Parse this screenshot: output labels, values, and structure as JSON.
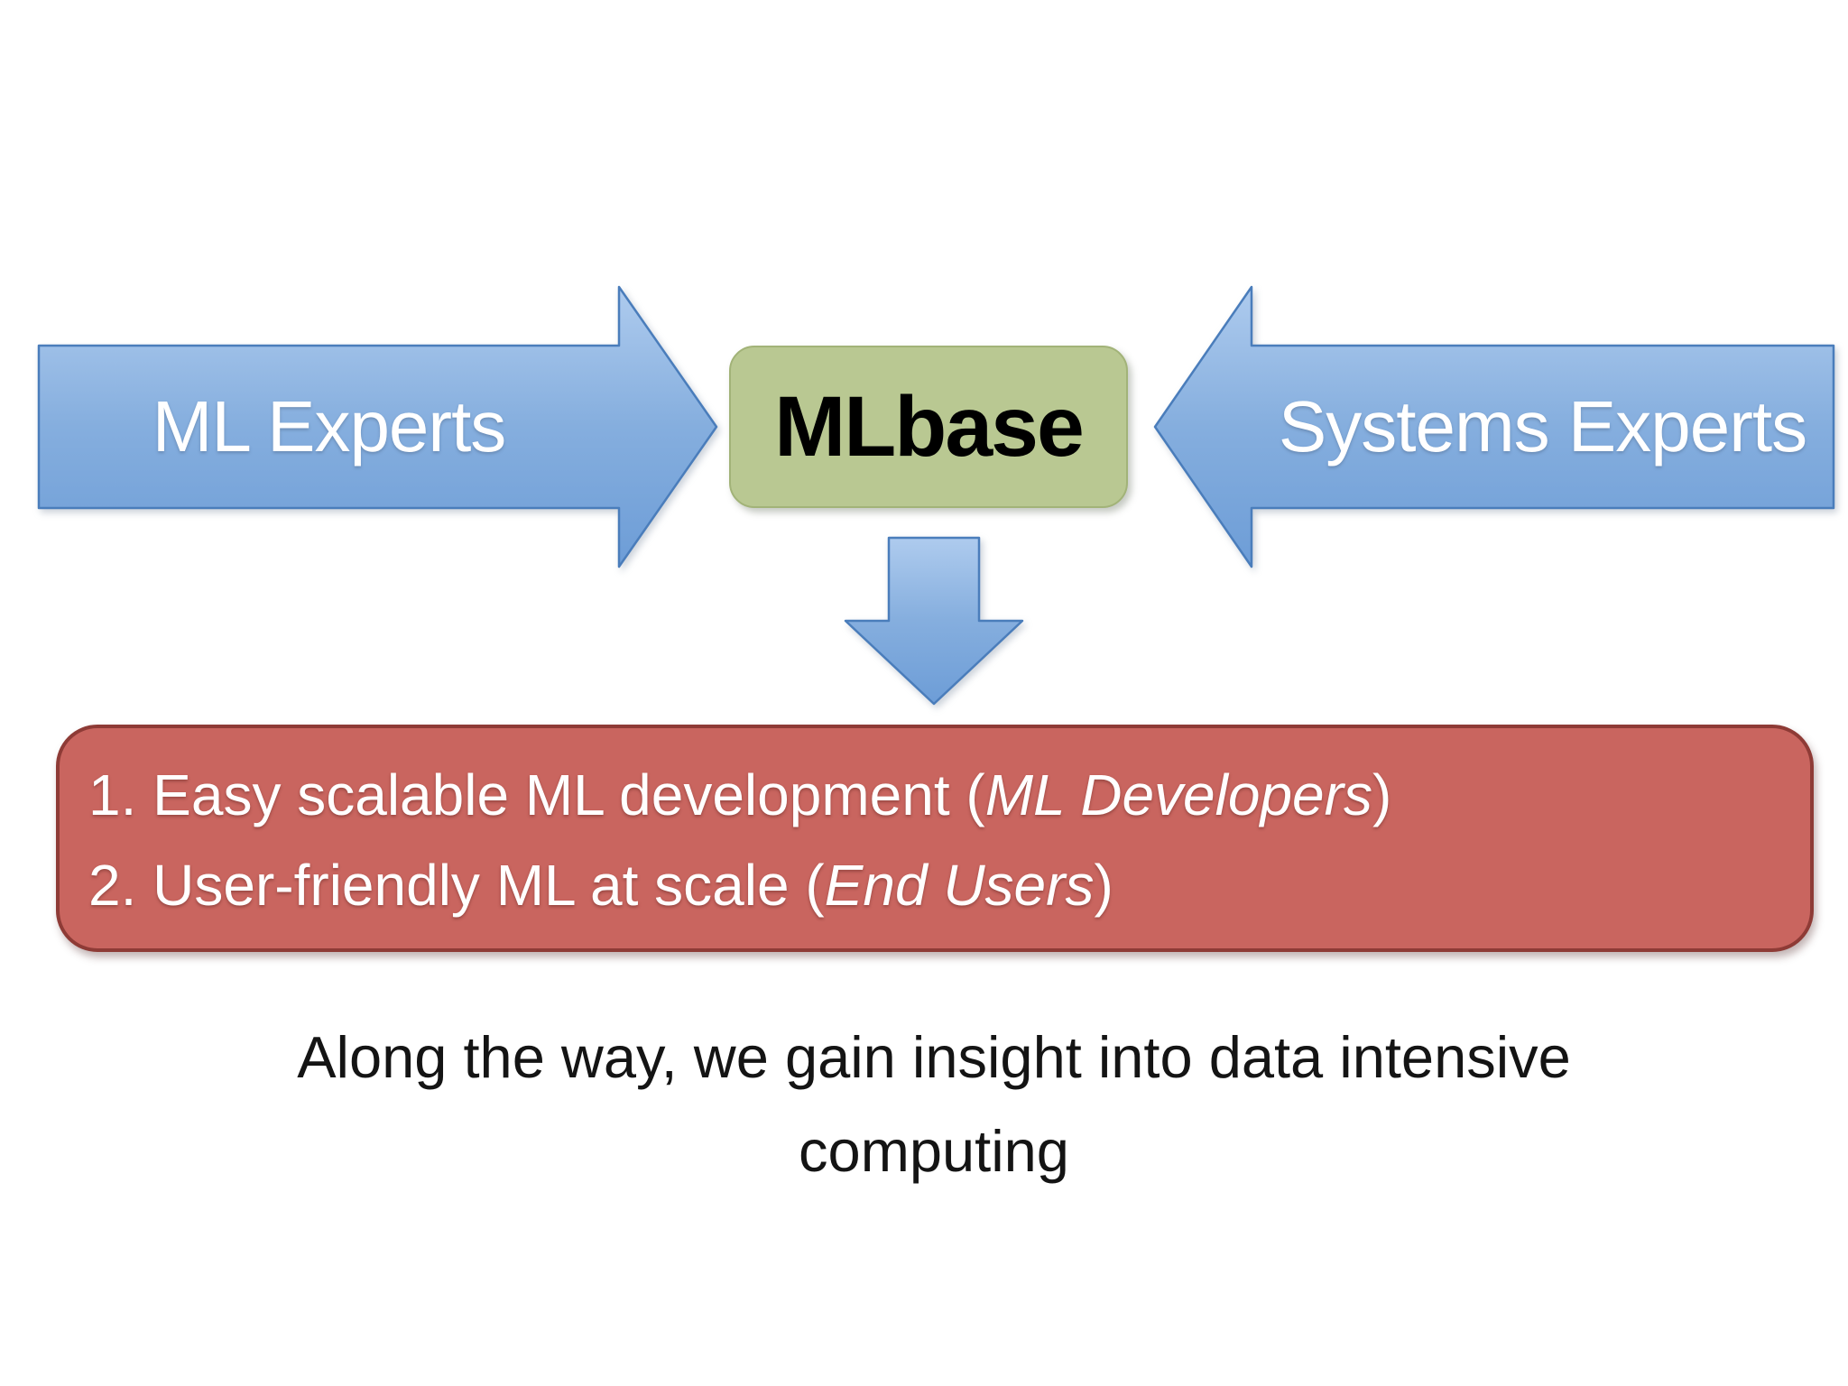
{
  "slide": {
    "left_arrow_label": "ML Experts",
    "right_arrow_label": "Systems Experts",
    "mlbase_label": "MLbase",
    "goals": {
      "item1": {
        "pre": "1. Easy scalable ML development (",
        "em": "ML Developers",
        "post": ")"
      },
      "item2": {
        "pre": "2. User-friendly ML at scale (",
        "em": "End Users",
        "post": ")"
      }
    },
    "footer_line1": "Along the way, we gain insight into data intensive",
    "footer_line2": "computing"
  },
  "colors": {
    "background": "#ffffff",
    "arrow_top": "#aecbee",
    "arrow_mid": "#85aede",
    "arrow_bottom": "#6d9dd7",
    "arrow_border": "#4a7dbb",
    "mlbase_fill": "#b9c892",
    "mlbase_border": "#a2b378",
    "goals_fill": "#c9655f",
    "goals_border": "#8e3b36",
    "text_light": "#ffffff",
    "text_dark": "#141414"
  }
}
